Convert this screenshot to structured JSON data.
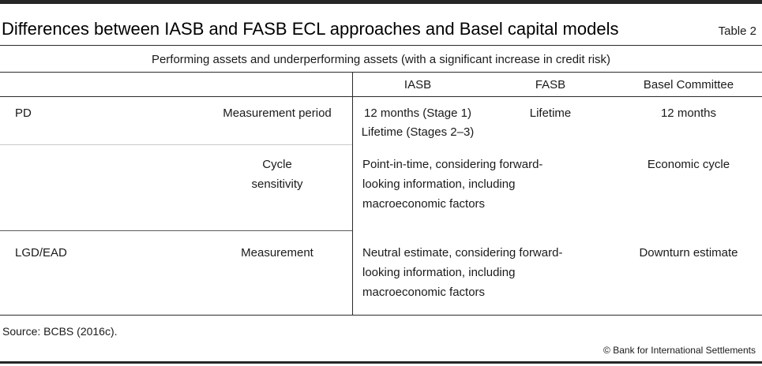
{
  "table": {
    "title": "Differences between IASB and FASB ECL approaches and Basel capital models",
    "table_label": "Table 2",
    "spanning_header": "Performing assets and underperforming assets (with a significant increase in credit risk)",
    "column_headers": {
      "iasb": "IASB",
      "fasb": "FASB",
      "basel": "Basel Committee"
    },
    "rows": [
      {
        "category": "PD",
        "attribute": "Measurement period",
        "iasb": "12 months (Stage 1)\nLifetime (Stages 2–3)",
        "fasb": "Lifetime",
        "basel": "12 months"
      },
      {
        "category": "",
        "attribute": "Cycle\nsensitivity",
        "iasb_fasb": "Point-in-time, considering forward-\nlooking information, including\nmacroeconomic factors",
        "basel": "Economic cycle"
      },
      {
        "category": "LGD/EAD",
        "attribute": "Measurement",
        "iasb_fasb": "Neutral estimate, considering forward-\nlooking information, including\nmacroeconomic factors",
        "basel": "Downturn estimate"
      }
    ],
    "source": "Source: BCBS (2016c).",
    "copyright": "© Bank for International Settlements"
  },
  "colors": {
    "accent_bar": "#262626",
    "rule_dark": "#2b2b2b",
    "separator_light": "#c9c9c9",
    "separator_medium": "#5a5a5a",
    "text": "#1a1a1a"
  }
}
